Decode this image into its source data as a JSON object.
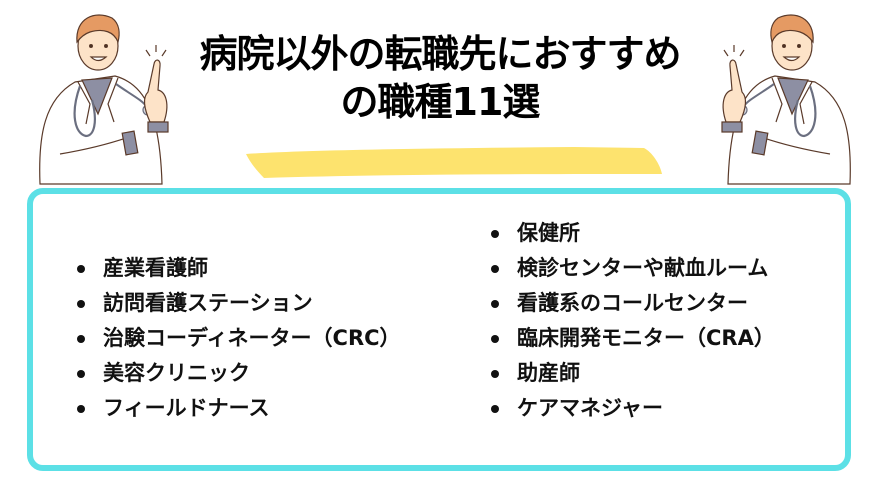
{
  "title": {
    "line1": "病院以外の転職先におすすめ",
    "line2": "の職種11選"
  },
  "colors": {
    "box_border": "#5ce0e6",
    "highlight": "#fde36e",
    "text": "#111111"
  },
  "illustrations": {
    "left": "doctor-pointing-up",
    "right": "doctor-pointing-up"
  },
  "list": {
    "left": [
      "産業看護師",
      "訪問看護ステーション",
      "治験コーディネーター（CRC）",
      "美容クリニック",
      "フィールドナース"
    ],
    "right": [
      "保健所",
      "検診センターや献血ルーム",
      "看護系のコールセンター",
      "臨床開発モニター（CRA）",
      "助産師",
      "ケアマネジャー"
    ]
  }
}
